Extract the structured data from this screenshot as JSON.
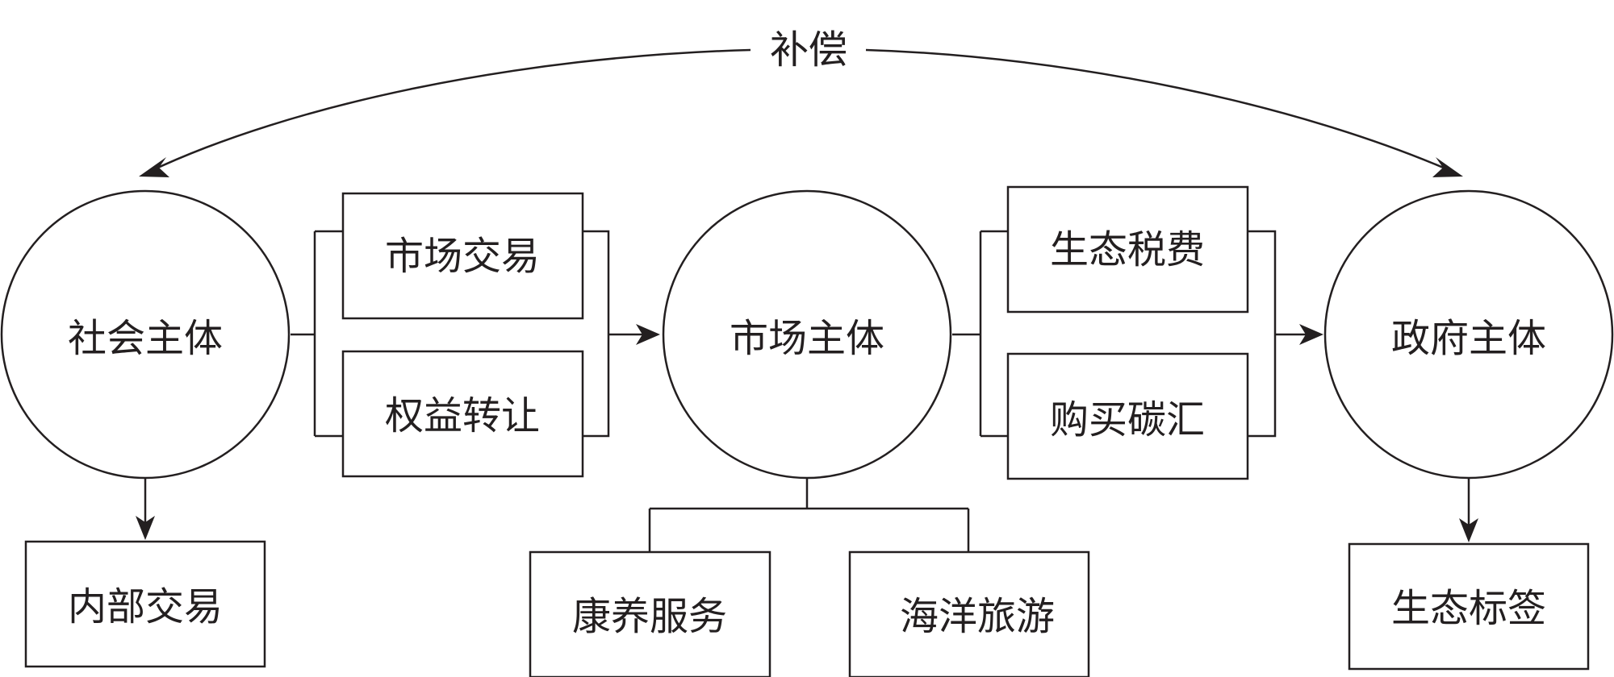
{
  "diagram": {
    "arc_label": "补偿",
    "circles": {
      "social": "社会主体",
      "market": "市场主体",
      "government": "政府主体"
    },
    "boxes": {
      "market_trade": "市场交易",
      "rights_transfer": "权益转让",
      "eco_tax": "生态税费",
      "carbon_sink": "购买碳汇",
      "internal_trade": "内部交易",
      "wellness": "康养服务",
      "ocean_tourism": "海洋旅游",
      "eco_label": "生态标签"
    }
  }
}
